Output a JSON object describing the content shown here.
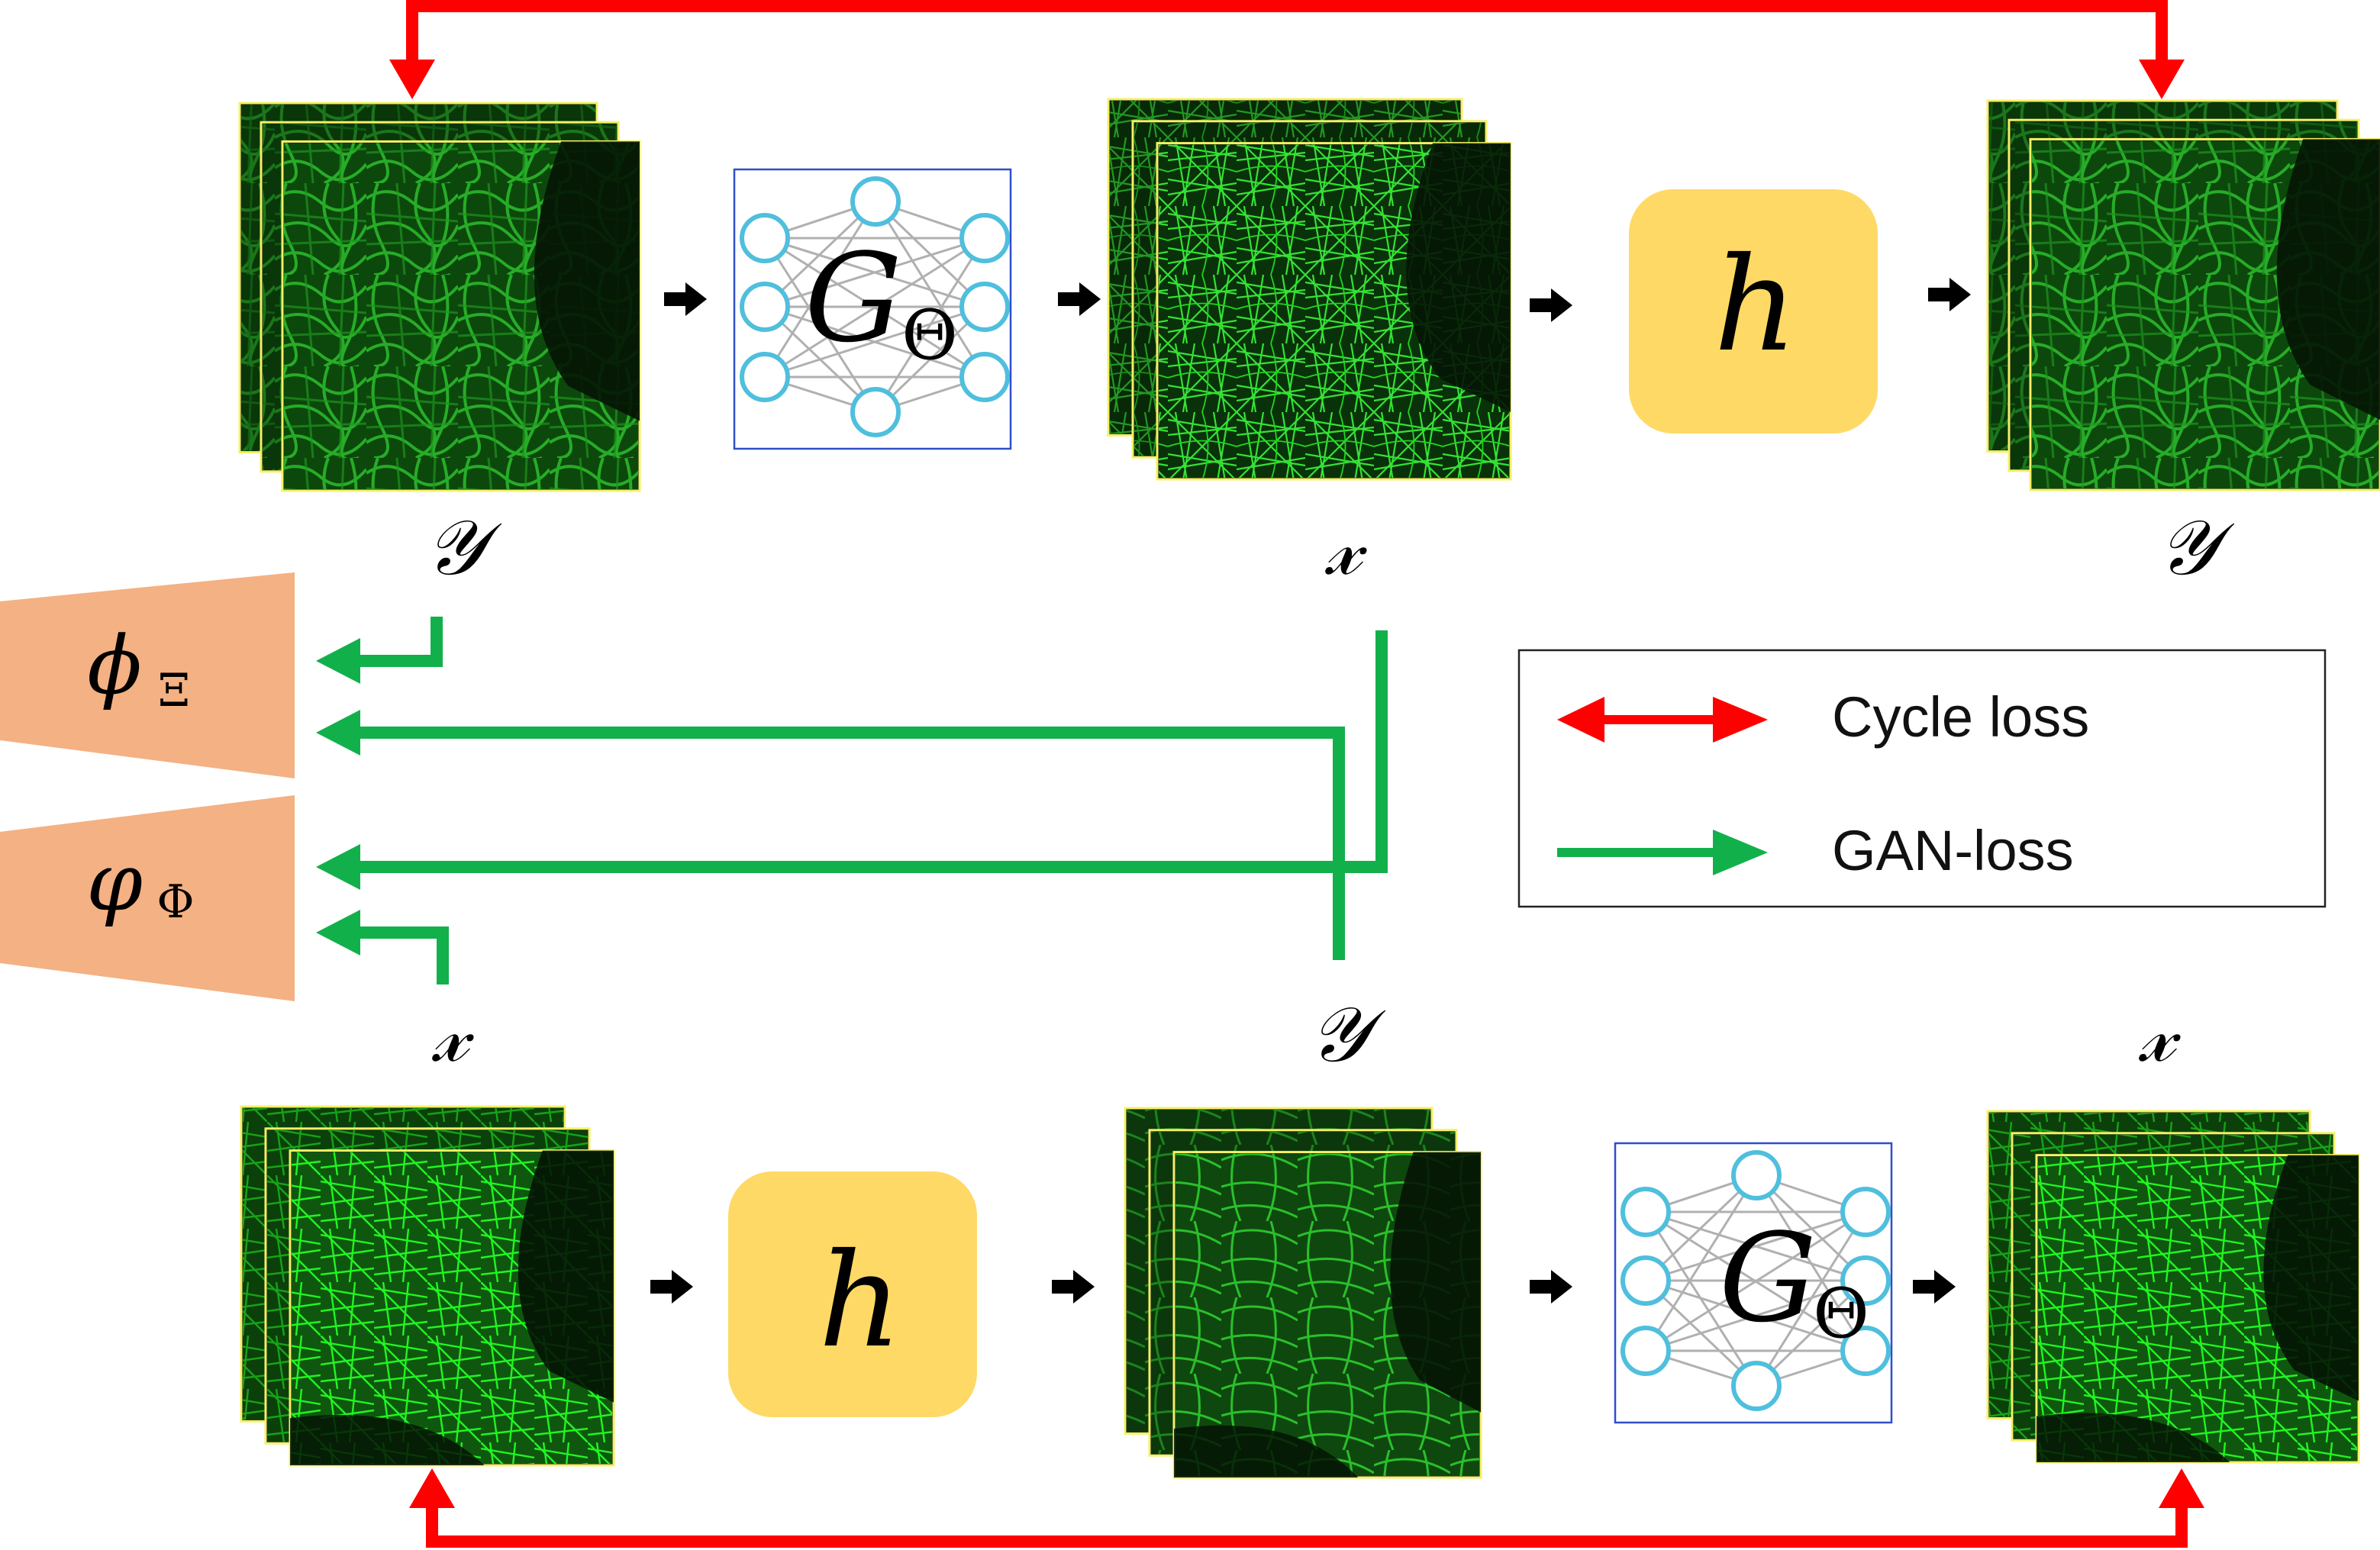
{
  "colors": {
    "cycle_loss": "#ff0000",
    "gan_loss": "#12b04b",
    "h_box": "#ffd966",
    "discriminator": "#f4b183",
    "node": "#4fbfdd",
    "net_border": "#2f4fc9",
    "image_border": "#f5f066",
    "image_bg": "#051a05",
    "fiber_bright": "#22ff22",
    "fiber_dim": "#2ec72e",
    "flow_arrow": "#000000"
  },
  "top_row": {
    "input_label": "𝒴",
    "generator": {
      "symbol": "G",
      "subscript": "Θ"
    },
    "middle_label": "𝓍",
    "forward_model": {
      "symbol": "h"
    },
    "output_label": "𝒴"
  },
  "bottom_row": {
    "input_label": "𝓍",
    "forward_model": {
      "symbol": "h"
    },
    "middle_label": "𝒴",
    "generator": {
      "symbol": "G",
      "subscript": "Θ"
    },
    "output_label": "𝓍"
  },
  "discriminators": [
    {
      "symbol": "ϕ",
      "subscript": "Ξ"
    },
    {
      "symbol": "φ",
      "subscript": "Φ"
    }
  ],
  "legend": {
    "cycle_loss_label": "Cycle loss",
    "gan_loss_label": "GAN-loss"
  }
}
